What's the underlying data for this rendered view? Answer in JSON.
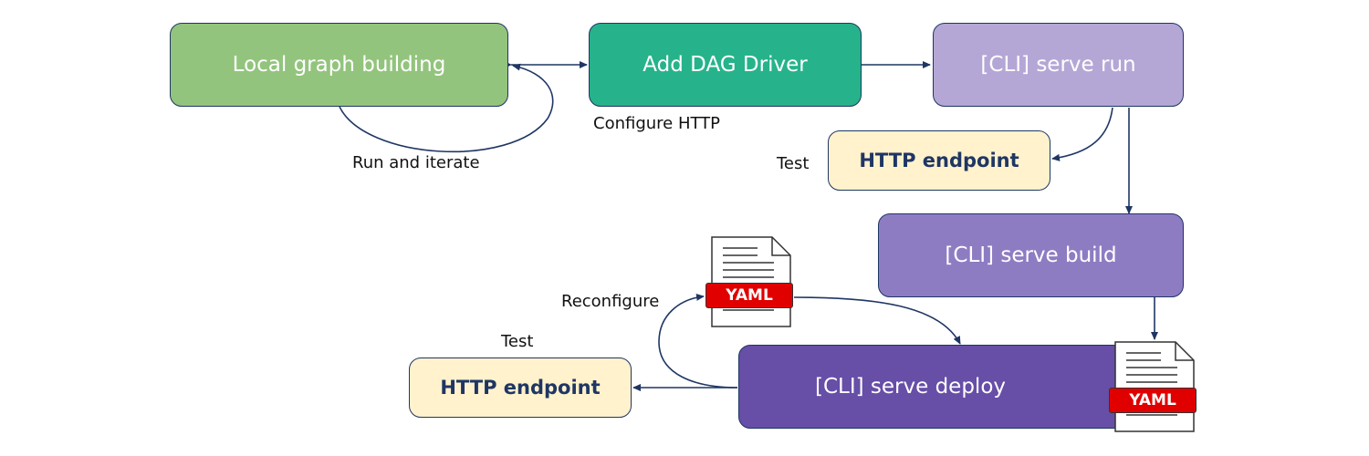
{
  "nodes": {
    "local_graph": "Local graph building",
    "add_dag_driver": "Add DAG Driver",
    "serve_run": "[CLI] serve run",
    "http_endpoint_1": "HTTP endpoint",
    "serve_build": "[CLI] serve build",
    "serve_deploy": "[CLI] serve deploy",
    "http_endpoint_2": "HTTP endpoint"
  },
  "edge_labels": {
    "run_and_iterate": "Run and iterate",
    "configure_http": "Configure HTTP",
    "test_1": "Test",
    "reconfigure": "Reconfigure",
    "test_2": "Test"
  },
  "files": {
    "yaml_1": "YAML",
    "yaml_2": "YAML"
  },
  "colors": {
    "local_graph": "#93c47d",
    "add_dag_driver": "#26b38b",
    "serve_run": "#b4a7d6",
    "serve_build": "#8e7cc3",
    "serve_deploy": "#674ea7",
    "http_endpoint": "#fff2cc",
    "yaml_tag": "#e00000",
    "edge": "#1f3664"
  }
}
